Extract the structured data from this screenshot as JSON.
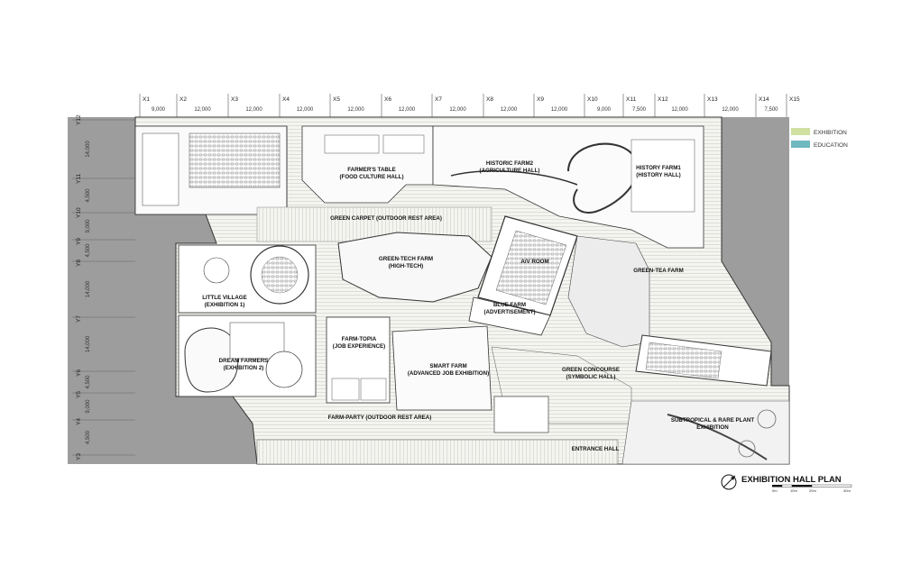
{
  "title": "EXHIBITION HALL PLAN",
  "legend": [
    {
      "label": "EXHIBITION",
      "color": "#cfe0a0"
    },
    {
      "label": "EDUCATION",
      "color": "#6fb8bf"
    }
  ],
  "grid_x": [
    "X1",
    "X2",
    "X3",
    "X4",
    "X5",
    "X6",
    "X7",
    "X8",
    "X9",
    "X10",
    "X11",
    "X12",
    "X13",
    "X14",
    "X15"
  ],
  "grid_x_dims": [
    "9,000",
    "12,000",
    "12,000",
    "12,000",
    "12,000",
    "12,000",
    "12,000",
    "12,000",
    "12,000",
    "9,000",
    "7,500",
    "12,000",
    "12,000",
    "7,500"
  ],
  "grid_y": [
    "Y12",
    "Y11",
    "Y10",
    "Y9",
    "Y8",
    "Y7",
    "Y6",
    "Y5",
    "Y4",
    "Y3"
  ],
  "grid_y_dims": [
    "14,000",
    "4,500",
    "9,000",
    "4,500",
    "14,000",
    "14,000",
    "4,500",
    "9,000",
    "4,500"
  ],
  "rooms": [
    {
      "id": "farmers-table",
      "lines": [
        "FARMER'S TABLE",
        "(FOOD CULTURE HALL)"
      ]
    },
    {
      "id": "historic-farm2",
      "lines": [
        "HISTORIC FARM2",
        "(AGRICULTURE HALL)"
      ]
    },
    {
      "id": "history-farm",
      "lines": [
        "HISTORY FARM1",
        "(HISTORY HALL)"
      ]
    },
    {
      "id": "green-carpet",
      "lines": [
        "GREEN CARPET (OUTDOOR REST AREA)"
      ]
    },
    {
      "id": "green-tech-farm",
      "lines": [
        "GREEN-TECH FARM",
        "(HIGH-TECH)"
      ]
    },
    {
      "id": "av-room",
      "lines": [
        "A/V ROOM"
      ]
    },
    {
      "id": "green-tea-farm",
      "lines": [
        "GREEN-TEA FARM"
      ]
    },
    {
      "id": "little-village",
      "lines": [
        "LITTLE VILLAGE",
        "(EXHIBITION 1)"
      ]
    },
    {
      "id": "blue-farm",
      "lines": [
        "BLUE FARM",
        "(ADVERTISEMENT)"
      ]
    },
    {
      "id": "farm-topia",
      "lines": [
        "FARM-TOPIA",
        "(JOB EXPERIENCE)"
      ]
    },
    {
      "id": "dream-farmers",
      "lines": [
        "DREAM FARMERS",
        "(EXHIBITION 2)"
      ]
    },
    {
      "id": "smart-farm",
      "lines": [
        "SMART FARM",
        "(ADVANCED JOB EXHIBITION)"
      ]
    },
    {
      "id": "green-concourse",
      "lines": [
        "GREEN CONCOURSE",
        "(SYMBOLIC HALL)"
      ]
    },
    {
      "id": "farm-party",
      "lines": [
        "FARM-PARTY (OUTDOOR REST AREA)"
      ]
    },
    {
      "id": "entrance-hall",
      "lines": [
        "ENTRANCE HALL"
      ]
    },
    {
      "id": "subtropical",
      "lines": [
        "SUBTROPICAL & RARE PLANT",
        "EXHIBITION"
      ]
    }
  ],
  "scale_labels": [
    "0m",
    "10m",
    "20m",
    "40m"
  ]
}
